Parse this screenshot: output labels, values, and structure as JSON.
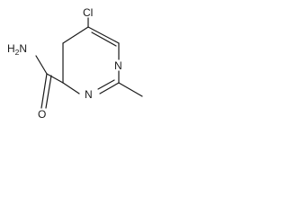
{
  "molecule": {
    "atoms": {
      "cl": {
        "symbol": "Cl"
      },
      "nh2": {
        "symbol": "H",
        "subscript": "2",
        "suffix": "N"
      },
      "o": {
        "symbol": "O"
      },
      "n_ring_top": {
        "symbol": "N"
      },
      "n_ring_bottom": {
        "symbol": "N"
      }
    }
  }
}
